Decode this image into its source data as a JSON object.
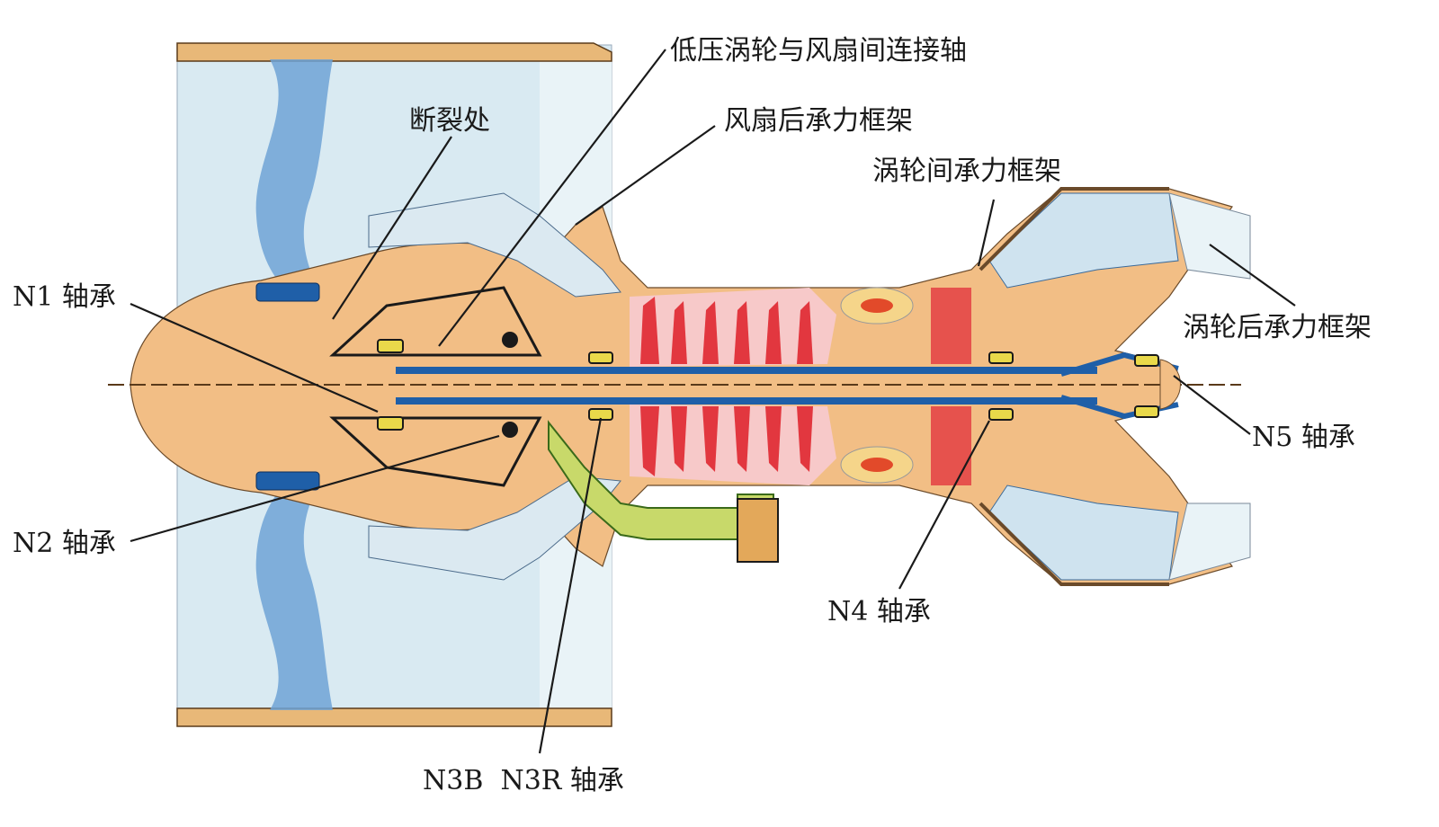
{
  "labels": {
    "fracture": "断裂处",
    "lpt_fan_shaft": "低压涡轮与风扇间连接轴",
    "fan_rear_frame": "风扇后承力框架",
    "inter_turbine_frame": "涡轮间承力框架",
    "turbine_rear_frame": "涡轮后承力框架",
    "n1_bearing": "N1 轴承",
    "n2_bearing": "N2 轴承",
    "n3_bearing": "N3B  N3R 轴承",
    "n4_bearing": "N4 轴承",
    "n5_bearing": "N5 轴承"
  },
  "colors": {
    "casing": "#f2be85",
    "duct": "#d8eaf2",
    "fan_blade": "#6fa3d6",
    "core_hot": "#e2373f",
    "shaft": "#1f5fa8",
    "bearing": "#2c2c2c",
    "gearbox": "#9bbf3a",
    "leader": "#1a1a1a"
  }
}
